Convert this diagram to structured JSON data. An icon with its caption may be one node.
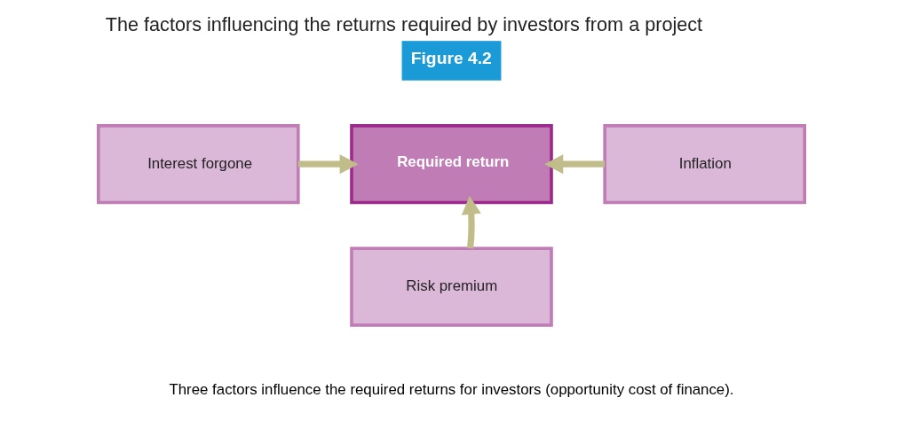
{
  "diagram": {
    "title": "The factors influencing the returns required by investors from a project",
    "caption": "Three factors influence the required returns for investors (opportunity cost of finance).",
    "nodes": [
      {
        "text": [
          "Interest forgone"
        ]
      },
      {
        "text": [
          "Required return"
        ]
      },
      {
        "text": [
          "Inflation"
        ]
      },
      {
        "text": [
          "Risk premium"
        ]
      }
    ],
    "edges": [
      {
        "from": 0,
        "to": 1,
        "arrow": "to"
      },
      {
        "from": 2,
        "to": 1,
        "arrow": "to"
      },
      {
        "from": 3,
        "to": 1,
        "arrow": "to"
      }
    ],
    "labels": [
      "Figure 4.2"
    ]
  }
}
